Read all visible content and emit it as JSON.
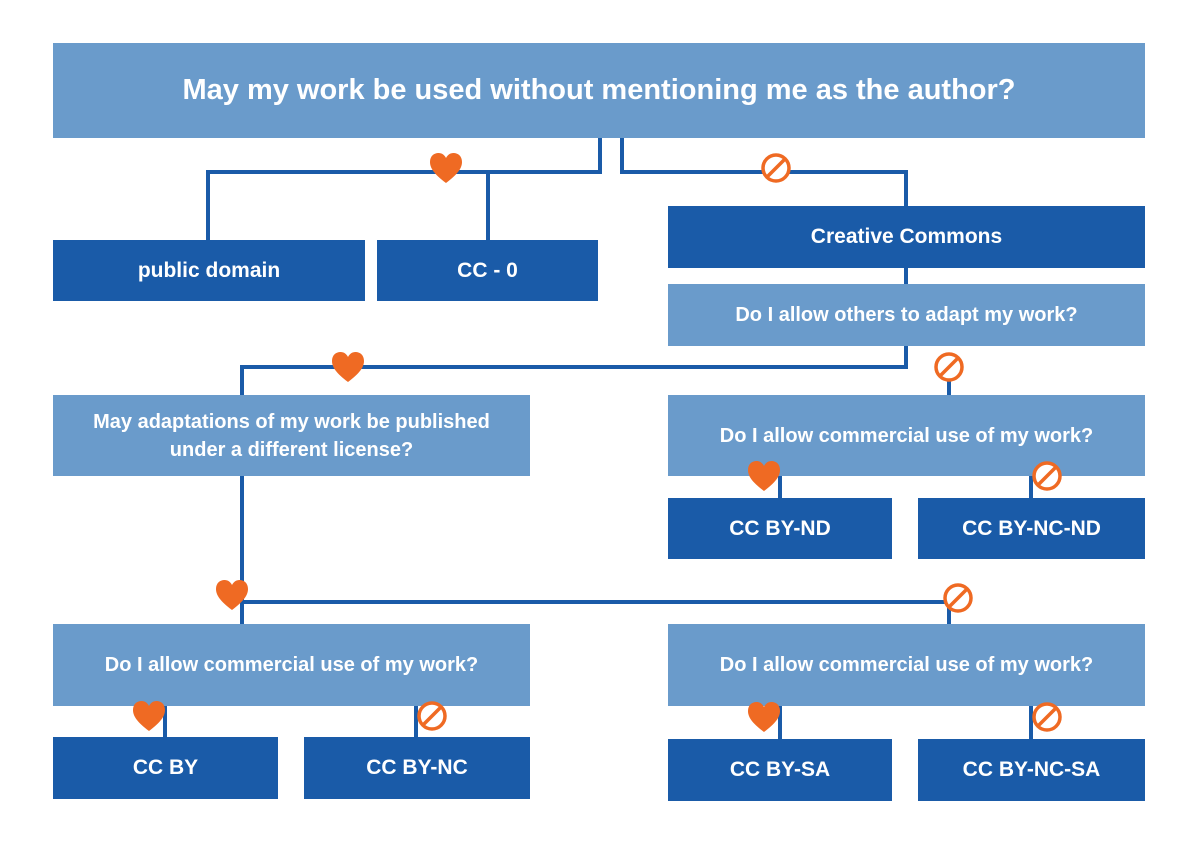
{
  "root": {
    "question": "May my work be used without mentioning me as the author?"
  },
  "public_domain": "public domain",
  "cc0": "CC - 0",
  "creative_commons": "Creative Commons",
  "adapt_question": "Do I allow others to adapt my work?",
  "different_license_question": "May adaptations of my work be published under a different license?",
  "commercial_question_nd": "Do I allow commercial use of my work?",
  "commercial_question_by": "Do I allow commercial use of my work?",
  "commercial_question_sa": "Do I allow commercial use of my work?",
  "licenses": {
    "by_nd": "CC BY-ND",
    "by_nc_nd": "CC BY-NC-ND",
    "by": "CC BY",
    "by_nc": "CC BY-NC",
    "by_sa": "CC BY-SA",
    "by_nc_sa": "CC BY-NC-SA"
  },
  "colors": {
    "question_box": "#6a9bcb",
    "license_box": "#1a5ba8",
    "line": "#1a5ba8",
    "yes_heart": "#ef6a23",
    "no_sign": "#ef6a23"
  },
  "icons": {
    "yes": "heart-icon",
    "no": "prohibited-icon"
  }
}
